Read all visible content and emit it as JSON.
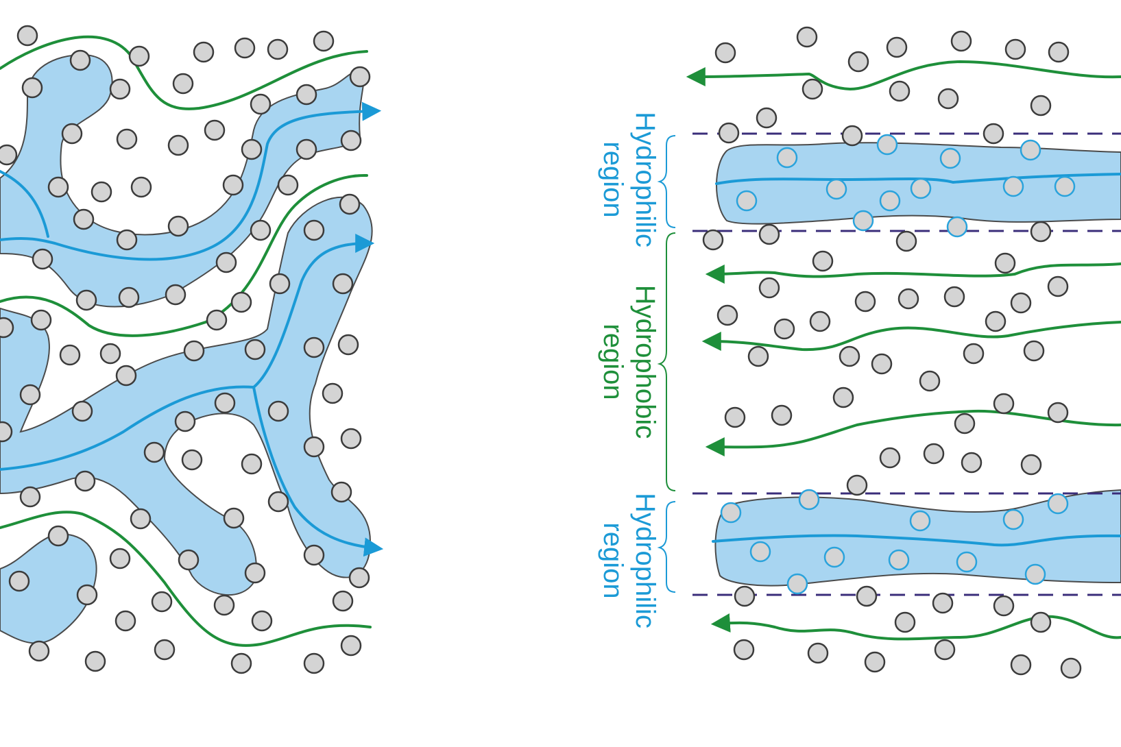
{
  "colors": {
    "water_fill": "#a8d5f1",
    "water_flow": "#1b9ad6",
    "oil_flow": "#1e8f3a",
    "boundary_dash": "#3a2d7a",
    "particle_fill": "#d4d4d4",
    "particle_stroke": "#3b3b3b"
  },
  "labels": {
    "hydrophilic_top_line1": "Hydrophilic",
    "hydrophilic_top_line2": "region",
    "hydrophobic_line1": "Hydrophobic",
    "hydrophobic_line2": "region",
    "hydrophilic_bottom_line1": "Hydrophilic",
    "hydrophilic_bottom_line2": "region"
  }
}
